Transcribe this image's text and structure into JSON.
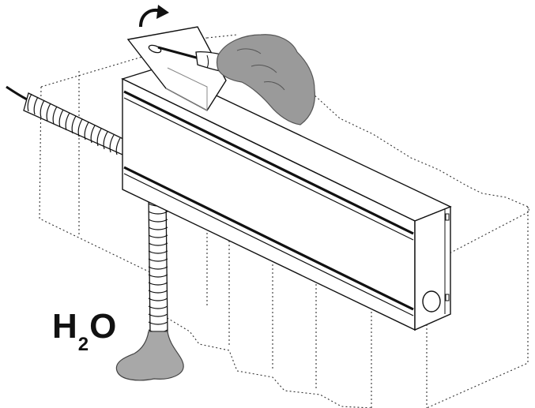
{
  "figure": {
    "formula": {
      "element_1": "H",
      "subscript": "2",
      "element_2": "O"
    },
    "colors": {
      "line": "#1a1a1a",
      "hand_fill": "#9a9a9a",
      "hand_stroke": "#555555",
      "water_fill": "#a8a8a8",
      "panel_fill": "#ffffff",
      "dotted": "#333333"
    },
    "components": [
      "wall-outline-dotted",
      "radiator-housing",
      "cover-plate",
      "screwdriver",
      "hand",
      "supply-hose",
      "drain-hose",
      "water-puddle",
      "rotation-arrow",
      "end-cap-with-port"
    ]
  }
}
